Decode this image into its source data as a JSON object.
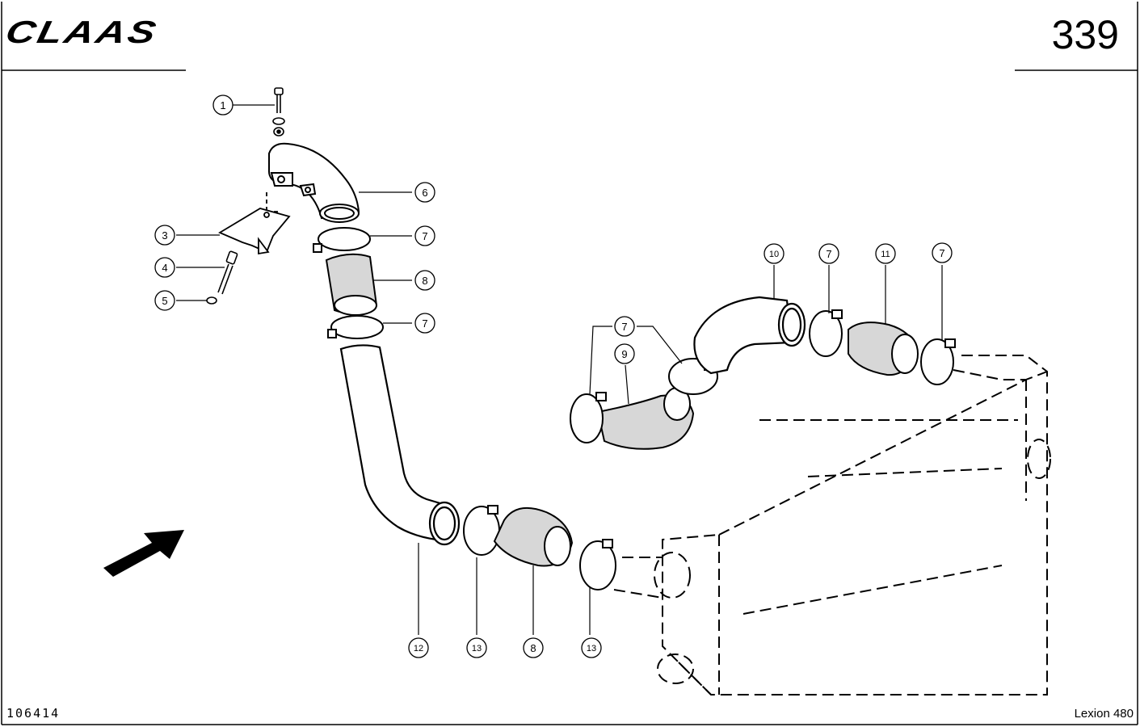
{
  "header": {
    "brand": "CLAAS",
    "page_number": "339"
  },
  "footer": {
    "drawing_number": "106414",
    "model": "Lexion 480"
  },
  "callouts": [
    {
      "id": "c1",
      "label": "1"
    },
    {
      "id": "c6",
      "label": "6"
    },
    {
      "id": "c3",
      "label": "3"
    },
    {
      "id": "c7a",
      "label": "7"
    },
    {
      "id": "c4",
      "label": "4"
    },
    {
      "id": "c8a",
      "label": "8"
    },
    {
      "id": "c5",
      "label": "5"
    },
    {
      "id": "c7b",
      "label": "7"
    },
    {
      "id": "c10",
      "label": "10"
    },
    {
      "id": "c7c",
      "label": "7"
    },
    {
      "id": "c11",
      "label": "11"
    },
    {
      "id": "c7d",
      "label": "7"
    },
    {
      "id": "c7e",
      "label": "7"
    },
    {
      "id": "c9",
      "label": "9"
    },
    {
      "id": "c12",
      "label": "12"
    },
    {
      "id": "c13a",
      "label": "13"
    },
    {
      "id": "c8b",
      "label": "8"
    },
    {
      "id": "c13b",
      "label": "13"
    }
  ]
}
